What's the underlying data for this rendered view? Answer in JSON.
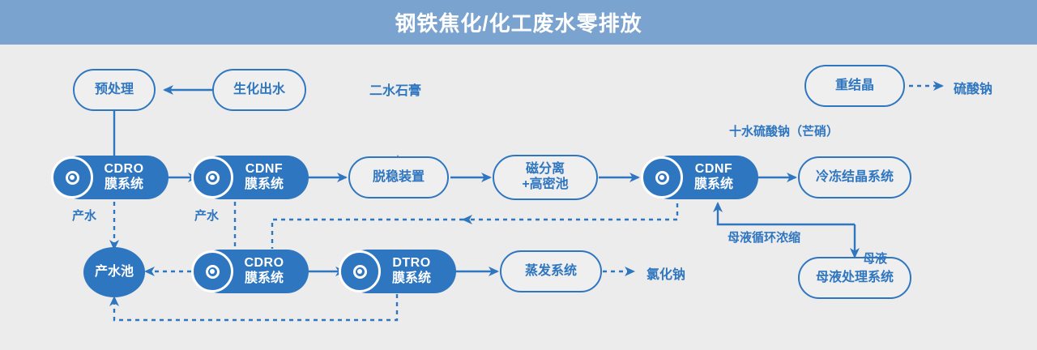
{
  "header": {
    "title": "钢铁焦化/化工废水零排放"
  },
  "theme": {
    "title_bar_bg": "#7ba3d0",
    "title_text": "#ffffff",
    "canvas_bg": "#ececec",
    "accent": "#2f76c0",
    "node_fill_text": "#ffffff",
    "node_outline_bg": "#efefef"
  },
  "nodes": {
    "pretreatment": {
      "label": "预处理",
      "style": "outline"
    },
    "bio_effluent": {
      "label": "生化出水",
      "style": "outline"
    },
    "cdro_top": {
      "en": "CDRO",
      "cn": "膜系统",
      "style": "filled-membrane"
    },
    "cdnf_top": {
      "en": "CDNF",
      "cn": "膜系统",
      "style": "filled-membrane"
    },
    "destabilizer": {
      "label": "脱稳装置",
      "style": "outline"
    },
    "magnetic_separation": {
      "line1": "磁分离",
      "line2": "+高密池",
      "style": "outline"
    },
    "cdnf_right": {
      "en": "CDNF",
      "cn": "膜系统",
      "style": "filled-membrane"
    },
    "freeze_crystal": {
      "label": "冷冻结晶系统",
      "style": "outline"
    },
    "recrystallization": {
      "label": "重结晶",
      "style": "outline"
    },
    "mother_liquor_sys": {
      "label": "母液处理系统",
      "style": "outline"
    },
    "product_water_pool": {
      "label": "产水池",
      "style": "circle"
    },
    "cdro_bottom": {
      "en": "CDRO",
      "cn": "膜系统",
      "style": "filled-membrane"
    },
    "dtro_bottom": {
      "en": "DTRO",
      "cn": "膜系统",
      "style": "filled-membrane"
    },
    "evaporation": {
      "label": "蒸发系统",
      "style": "outline"
    }
  },
  "outputs": {
    "gypsum": "二水石膏",
    "sodium_sulfate": "硫酸钠",
    "sodium_chloride": "氯化钠"
  },
  "edge_labels": {
    "product_water_1": "产水",
    "product_water_2": "产水",
    "glaubers_salt": "十水硫酸钠（芒硝）",
    "mother_liquor": "母液",
    "mother_liquor_recycle": "母液循环浓缩"
  }
}
